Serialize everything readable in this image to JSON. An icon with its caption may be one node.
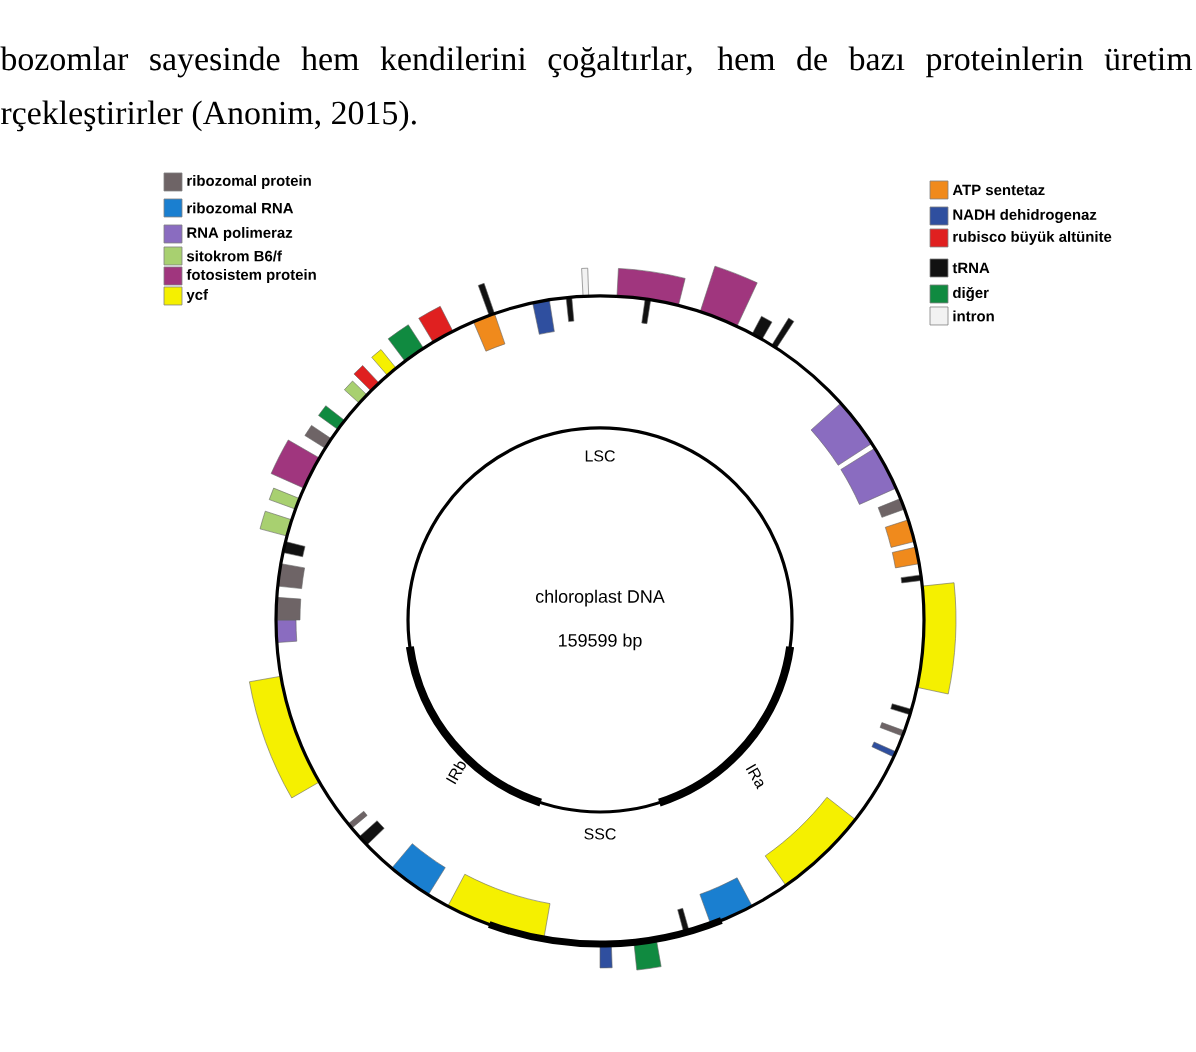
{
  "diagram": {
    "nodes": [
      {
        "text": [
          "chloroplast DNA",
          "159599 bp"
        ]
      }
    ],
    "labels": [
      "bozomlar sayesinde hem kendilerini çoğaltırlar, hem de bazı proteinlerin üretim",
      "rçekleştirirler (Anonim, 2015).",
      "LSC",
      "IRb",
      "IRa",
      "SSC"
    ],
    "legend": [
      {
        "text": "ribozomal protein",
        "color": "#6e6466"
      },
      {
        "text": "ribozomal RNA",
        "color": "#1a7fd0"
      },
      {
        "text": "RNA polimeraz",
        "color": "#8a6cc0"
      },
      {
        "text": "sitokrom B6/f",
        "color": "#a8d070"
      },
      {
        "text": "fotosistem protein",
        "color": "#a0367e"
      },
      {
        "text": "ycf",
        "color": "#f5f000"
      },
      {
        "text": "ATP sentetaz",
        "color": "#f08a1c"
      },
      {
        "text": "NADH dehidrogenaz",
        "color": "#2f4f9f"
      },
      {
        "text": "rubisco büyük altünite",
        "color": "#e02020"
      },
      {
        "text": "tRNA",
        "color": "#111111"
      },
      {
        "text": "diğer",
        "color": "#108a40"
      },
      {
        "text": "intron",
        "color": "#f2f2f2"
      }
    ]
  }
}
